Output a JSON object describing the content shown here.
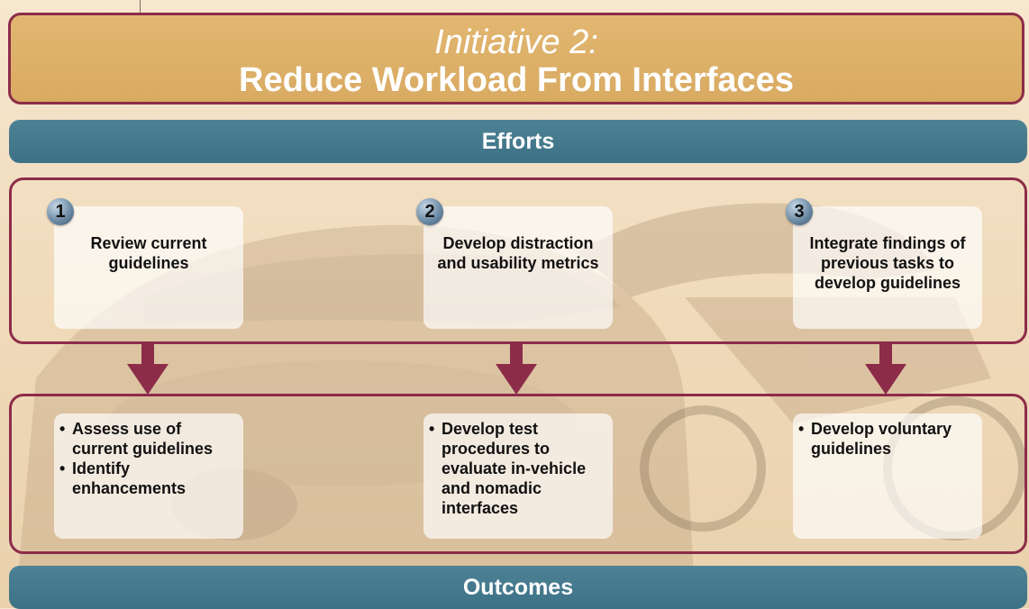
{
  "header": {
    "initiative": "Initiative 2:",
    "title": "Reduce Workload From Interfaces"
  },
  "sections": {
    "efforts": "Efforts",
    "outcomes": "Outcomes"
  },
  "efforts": [
    {
      "number": "1",
      "text": "Review current guidelines"
    },
    {
      "number": "2",
      "text": "Develop distraction and usability metrics"
    },
    {
      "number": "3",
      "text": "Integrate findings of previous tasks to develop guidelines"
    }
  ],
  "outcomes": [
    {
      "bullets": [
        "Assess use of current guidelines",
        "Identify enhancements"
      ]
    },
    {
      "bullets": [
        "Develop test procedures to evaluate in-vehicle and nomadic interfaces"
      ]
    },
    {
      "bullets": [
        "Develop voluntary guidelines"
      ]
    }
  ],
  "colors": {
    "title_fill": "#dcae66",
    "border": "#8d2c49",
    "bar_fill": "#437789",
    "arrow": "#8d2c49",
    "badge": "#6f8ea8"
  }
}
